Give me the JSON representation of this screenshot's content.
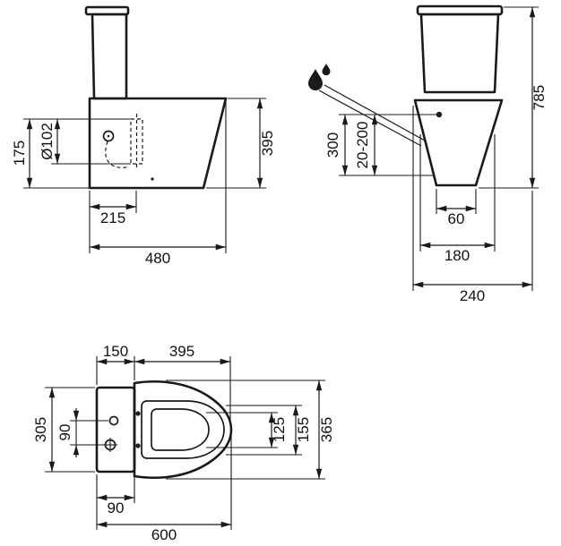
{
  "colors": {
    "line": "#1a1a1a",
    "text": "#111111",
    "background": "#ffffff"
  },
  "views": {
    "side": {
      "hole_height": "175",
      "hole_diameter": "Ø102",
      "outlet_setback": "215",
      "depth": "480",
      "bowl_height": "395"
    },
    "rear": {
      "total_height": "785",
      "supply_height": "300",
      "supply_range": "20-200",
      "base_width": "60",
      "pedestal_width": "180",
      "overall_width": "240"
    },
    "plan": {
      "cistern_depth": "150",
      "bowl_length": "395",
      "cistern_width": "305",
      "side_offset": "90",
      "back_offset": "90",
      "overall_length": "600",
      "opening_width": "125",
      "seat_width": "155",
      "bowl_width": "365"
    }
  }
}
